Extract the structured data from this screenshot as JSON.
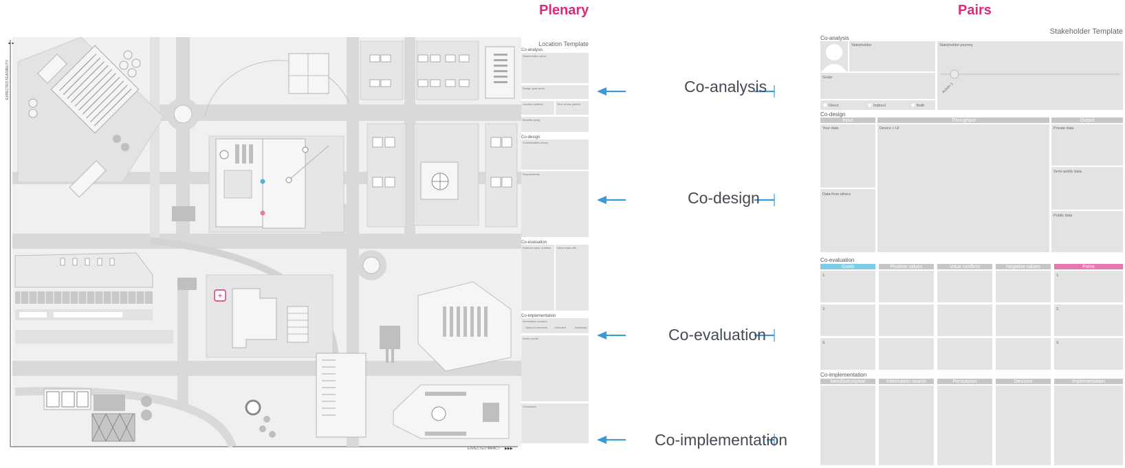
{
  "headings": {
    "plenary": "Plenary",
    "pairs": "Pairs"
  },
  "phases": [
    "Co-analysis",
    "Co-design",
    "Co-evaluation",
    "Co-implementation"
  ],
  "map": {
    "y_axis_label": "EXPECTED FEASIBILITY",
    "x_axis_label": "EXPECTED IMPACT"
  },
  "location_template": {
    "title": "Location Template",
    "co_analysis": "Co-analysis",
    "stakeholders": "Stakeholders (who)",
    "design_goal": "Design goal world",
    "location": "Location (where)",
    "time_of_day": "Time of day (when)",
    "benefits": "Benefits (why)",
    "co_design": "Co-design",
    "functionalities": "Functionalities (how)",
    "requirements": "Requirements",
    "co_evaluation": "Co-evaluation",
    "external_value_conflicts": "External value conflicts",
    "value_trade_offs": "Value trade-offs",
    "co_implementation": "Co-implementation",
    "information_decision": "Information decision",
    "option_1": "Option/Comments",
    "option_2": "Collective",
    "option_3": "Individual",
    "action_points": "Action points",
    "conclusion": "Conclusion"
  },
  "stakeholder_template": {
    "title": "Stakeholder Template",
    "co_analysis": "Co-analysis",
    "stakeholder": "Stakeholder",
    "stakeholder_journey": "Stakeholder journey",
    "goals": "Goals",
    "action": "Action 1",
    "direct": "Direct",
    "indirect": "Indirect",
    "both": "Both",
    "co_design": "Co-design",
    "input": "Input",
    "throughput": "Throughput",
    "output": "Output",
    "your_data": "Your data",
    "device_ui": "Device + UI",
    "private_data": "Private data",
    "data_from_others": "Data from others",
    "semi_public_data": "Semi-public data",
    "public_data": "Public data",
    "co_evaluation": "Co-evaluation",
    "eval_headers": [
      "Goals",
      "Positive values",
      "Value conflicts",
      "Negative values",
      "Pains"
    ],
    "row_numbers": [
      "1.",
      "2.",
      "3."
    ],
    "co_implementation": "Co-implementation",
    "impl_headers": [
      "Need/perception",
      "Information search",
      "Persuasion",
      "Decision",
      "Implementation"
    ]
  },
  "colors": {
    "heading": "#e0287a",
    "arrow": "#3a9ad9",
    "goals_header": "#7fcbe5",
    "pains_header": "#e777b3",
    "header_grey": "#c6c6c6"
  }
}
